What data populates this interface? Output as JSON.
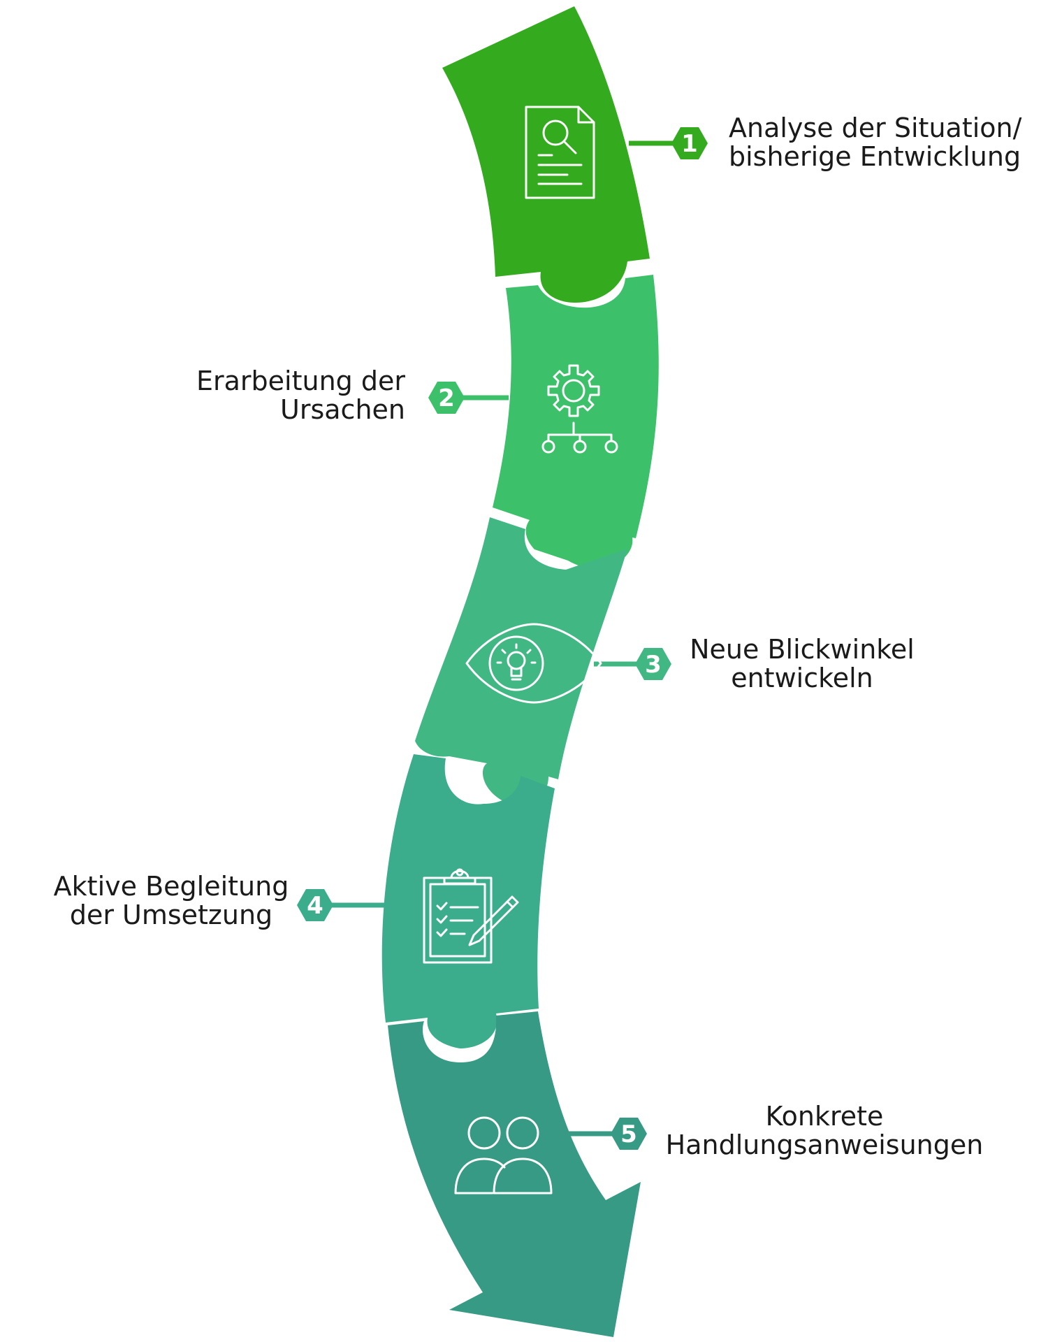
{
  "colors": {
    "segment_1": "#34ab1e",
    "segment_2": "#3cc16a",
    "segment_3": "#41b883",
    "segment_4": "#3bad8c",
    "segment_5": "#379a84",
    "icon_stroke": "#ffffff",
    "text": "#1a1a1a",
    "background": "#ffffff"
  },
  "steps": [
    {
      "number": "1",
      "label_lines": [
        "Analyse der Situation/",
        "bisherige Entwicklung"
      ],
      "icon": "document-search-icon"
    },
    {
      "number": "2",
      "label_lines": [
        "Erarbeitung der",
        "Ursachen"
      ],
      "icon": "gear-hierarchy-icon"
    },
    {
      "number": "3",
      "label_lines": [
        "Neue Blickwinkel",
        "entwickeln"
      ],
      "icon": "eye-lightbulb-icon"
    },
    {
      "number": "4",
      "label_lines": [
        "Aktive Begleitung",
        "der Umsetzung"
      ],
      "icon": "clipboard-checklist-icon"
    },
    {
      "number": "5",
      "label_lines": [
        "Konkrete",
        "Handlungsanweisungen"
      ],
      "icon": "people-icon"
    }
  ]
}
